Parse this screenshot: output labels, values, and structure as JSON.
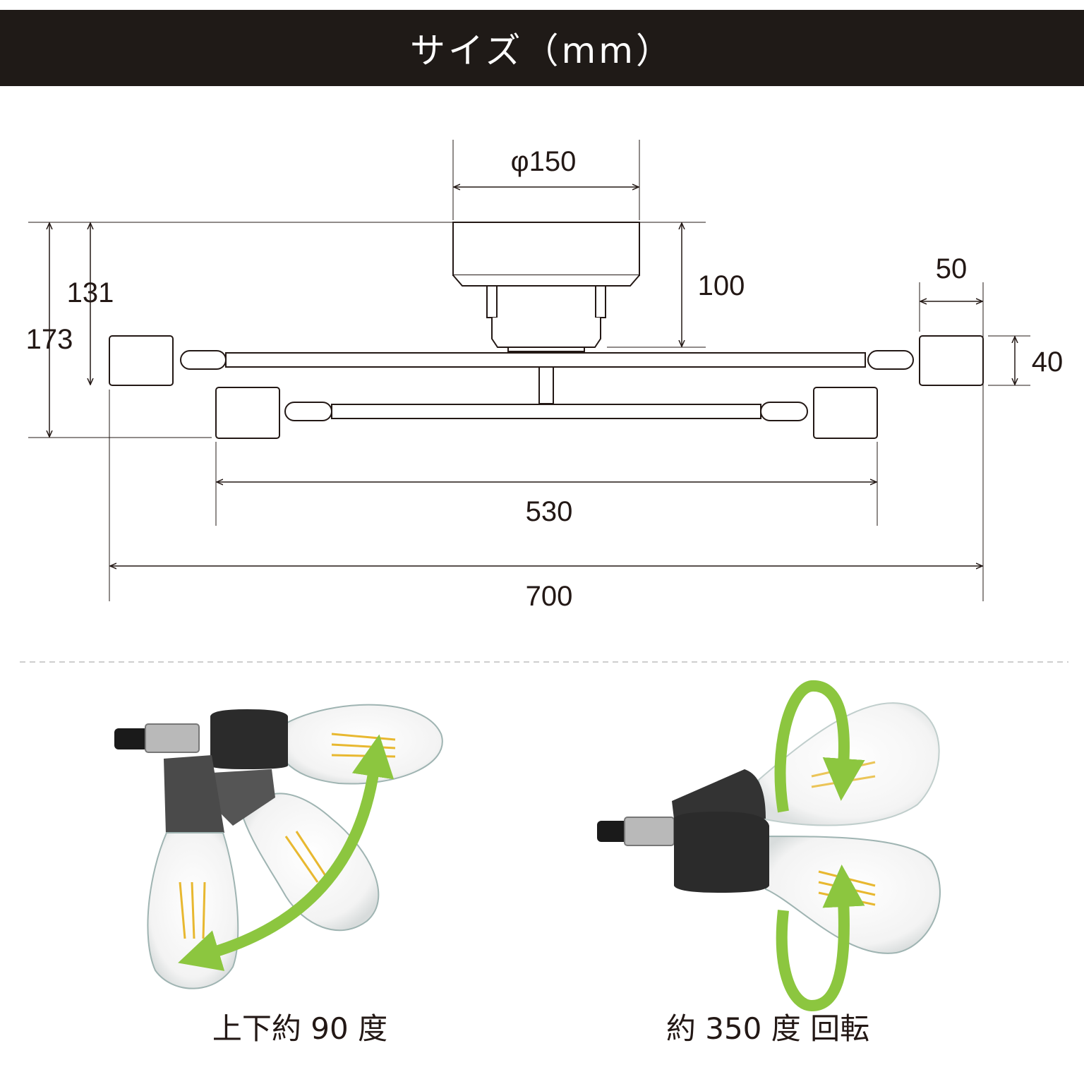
{
  "header": {
    "title": "サイズ（mm）"
  },
  "dimensions": {
    "canopy_diameter": "φ150",
    "canopy_height": "100",
    "top_to_upper_arm": "131",
    "total_height": "173",
    "socket_width": "50",
    "socket_height": "40",
    "lower_span": "530",
    "total_width": "700"
  },
  "captions": {
    "tilt": "上下約 90 度",
    "rotate": "約 350 度 回転"
  },
  "colors": {
    "header_bg": "#1f1a17",
    "line": "#231815",
    "arrow": "#8cc63f",
    "socket": "#2b2b2b"
  }
}
